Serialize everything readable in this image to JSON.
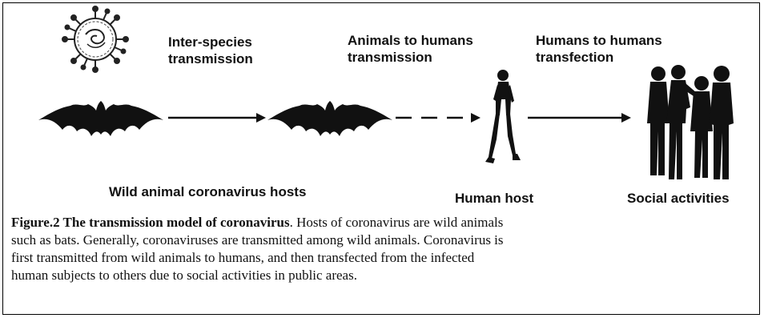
{
  "labels": {
    "inter_species": "Inter-species\ntransmission",
    "animals_to_humans": "Animals to humans\ntransmission",
    "humans_to_humans": "Humans to humans\ntransfection",
    "wild_hosts": "Wild animal coronavirus hosts",
    "human_host": "Human host",
    "social": "Social activities"
  },
  "icons": [
    "coronavirus-icon",
    "bat-icon",
    "bat-icon",
    "walking-human-icon",
    "group-of-people-icon"
  ],
  "caption": {
    "title": "Figure.2 The transmission model of coronavirus",
    "line1": ". Hosts of coronavirus are wild animals",
    "line2": "such as bats. Generally, coronaviruses are transmitted among wild animals. Coronavirus is",
    "line3": "first transmitted from wild animals to humans, and then transfected from the infected",
    "line4": "human subjects to others due to social activities in public areas."
  }
}
